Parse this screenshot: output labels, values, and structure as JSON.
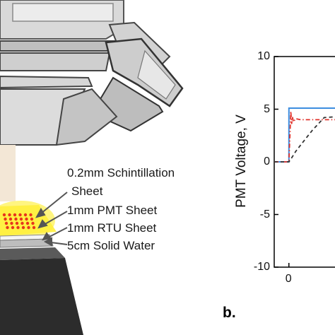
{
  "figure": {
    "panel_b_label": "b.",
    "labels": {
      "scint_line1": "0.2mm Schintillation",
      "scint_line2": "Sheet",
      "pmt_sheet": "1mm PMT Sheet",
      "rtu_sheet": "1mm RTU Sheet",
      "solid_water": "5cm Solid Water"
    },
    "colors": {
      "scintillation_glow": "#fff36a",
      "dot_red": "#e8341c",
      "block_dark": "#2c2c2c",
      "machine_gray": "#c9c9c9"
    }
  },
  "chart_data": {
    "type": "line",
    "ylabel": "PMT Voltage, V",
    "xlabel": "",
    "title": "",
    "yticks": [
      10,
      5,
      0,
      -5,
      -10
    ],
    "xticks": [
      0
    ],
    "ylim": [
      -10,
      10
    ],
    "xlim": [
      -1.5,
      5
    ],
    "series": [
      {
        "color": "#3d8ee0",
        "style": "solid",
        "x": [
          -1.5,
          0.0,
          0.0,
          5.0
        ],
        "y": [
          0,
          0,
          5.1,
          5.1
        ]
      },
      {
        "color": "#e0312a",
        "style": "dashdot",
        "x": [
          -1.5,
          0.0,
          0.2,
          0.28,
          0.36,
          0.45,
          0.7,
          1.2,
          2.0,
          3.0,
          5.0
        ],
        "y": [
          0,
          0,
          4.8,
          3.6,
          4.3,
          3.8,
          4.1,
          4.0,
          4.0,
          4.0,
          4.0
        ]
      },
      {
        "color": "#333333",
        "style": "dashed",
        "x": [
          -1.5,
          0.0,
          0.3,
          0.7,
          1.2,
          1.8,
          2.4,
          3.0,
          3.6,
          5.0
        ],
        "y": [
          0,
          0,
          0.4,
          1.0,
          1.6,
          2.3,
          3.0,
          3.6,
          4.2,
          4.3
        ]
      }
    ]
  }
}
